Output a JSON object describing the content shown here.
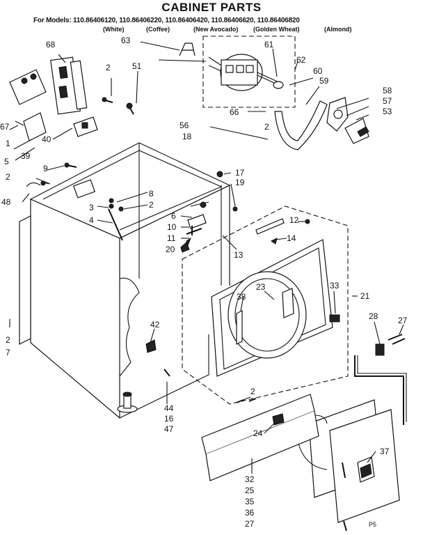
{
  "title": "CABINET PARTS",
  "models_line": "For Models: 110.86406120, 110.86406220, 110.86406420, 110.86406620, 110.86406820",
  "color_names": [
    "(White)",
    "(Coffee)",
    "(New Avocado)",
    "(Golden Wheat)",
    "(Almond)"
  ],
  "callouts": {
    "c68": "68",
    "c2a": "2",
    "c51": "51",
    "c63": "63",
    "c61": "61",
    "c62": "62",
    "c60": "60",
    "c59": "59",
    "c58": "58",
    "c57": "57",
    "c53": "53",
    "c66": "66",
    "c2b": "2",
    "c67": "67",
    "c1": "1",
    "c39": "39",
    "c40": "40",
    "c5": "5",
    "c56": "56",
    "c18": "18",
    "c9": "9",
    "c17": "17",
    "c19": "19",
    "c2c": "2",
    "c48": "48",
    "c8": "8",
    "c3": "3",
    "c2d": "2",
    "c4": "4",
    "c6": "6",
    "c10": "10",
    "c11": "11",
    "c20": "20",
    "c12": "12",
    "c14": "14",
    "c13": "13",
    "c23": "23",
    "c38": "38",
    "c33": "33",
    "c21": "21",
    "c2e": "2",
    "c7": "7",
    "c42": "42",
    "c28": "28",
    "c27": "27",
    "c44": "44",
    "c16": "16",
    "c47": "47",
    "c2f": "2",
    "c24": "24",
    "c37": "37",
    "c32": "32",
    "c25": "25",
    "c35": "35",
    "c36": "36",
    "c27b": "27",
    "cp5": "P5"
  }
}
